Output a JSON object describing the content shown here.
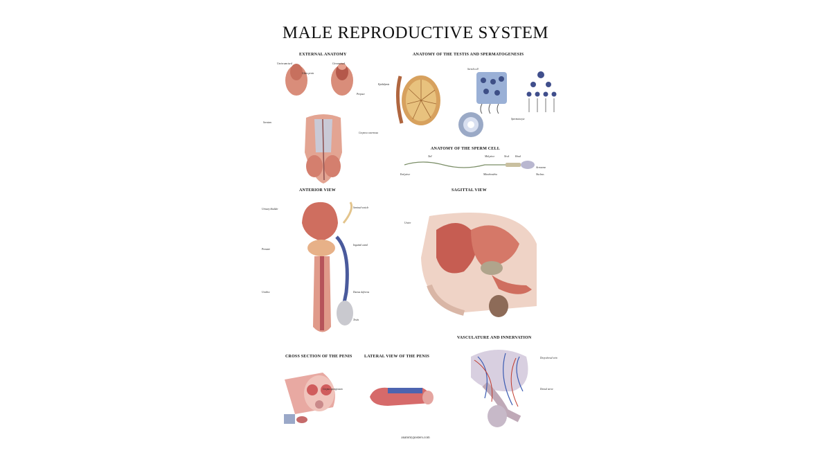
{
  "title": "MALE REPRODUCTIVE SYSTEM",
  "sections": {
    "external": "EXTERNAL ANATOMY",
    "testis": "ANATOMY OF THE TESTIS AND SPERMATOGENESIS",
    "sperm": "ANATOMY OF THE SPERM CELL",
    "anterior": "ANTERIOR VIEW",
    "sagittal": "SAGITTAL VIEW",
    "vascular": "VASCULATURE AND INNERVATION",
    "cross": "CROSS SECTION OF THE PENIS",
    "lateral": "LATERAL VIEW OF THE PENIS"
  },
  "labels": {
    "uncircumcised": "Uncircumcised",
    "circumcised": "Circumcised",
    "prepuce": "Prepuce",
    "glans_penis": "Glans penis",
    "scrotum": "Scrotum",
    "tail": "Tail",
    "mid_piece": "Mid piece",
    "neck": "Neck",
    "head": "Head",
    "acrosome": "Acrosome",
    "nucleus": "Nucleus",
    "end_piece": "End piece",
    "mitochondria": "Mitochondria",
    "bladder": "Urinary bladder",
    "ureter": "Ureter",
    "prostate": "Prostate",
    "testis": "Testis",
    "epididymis": "Epididymis",
    "urethra": "Urethra",
    "vas_deferens": "Ductus deferens",
    "seminal_vesicle": "Seminal vesicle",
    "corpus_spongiosum": "Corpus spongiosum",
    "corpora_cavernosa": "Corpora cavernosa",
    "spermatocyte": "Spermatocyte",
    "sertoli": "Sertoli cell",
    "inguinal": "Inguinal canal",
    "dorsal_vein": "Deep dorsal vein",
    "nerve": "Dorsal nerve"
  },
  "footer": "anatomyposters.com"
}
